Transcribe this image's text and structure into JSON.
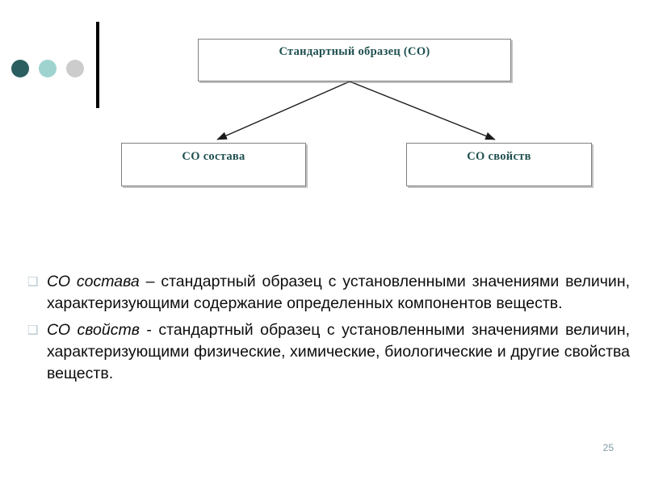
{
  "slide": {
    "page_number": "25",
    "colors": {
      "box_text": "#205050",
      "box_border": "#808080",
      "body_text": "#0d0d0d",
      "bullet": "#b7c6cf",
      "page_number": "#7f9ba3",
      "dot_dark_teal": "#2b5f5f",
      "dot_light_teal": "#9fd3d0",
      "dot_gray": "#cccccc",
      "bar": "#000000"
    }
  },
  "decoration": {
    "dots": [
      {
        "name": "dot-dark-teal",
        "color": "#2b5f5f"
      },
      {
        "name": "dot-light-teal",
        "color": "#9fd3d0"
      },
      {
        "name": "dot-gray",
        "color": "#cccccc"
      }
    ],
    "bar_name": "vertical-bar"
  },
  "diagram": {
    "root": {
      "label": "Стандартный образец (СО)"
    },
    "children": [
      {
        "label": "СО состава"
      },
      {
        "label": "СО свойств"
      }
    ],
    "arrows": [
      {
        "name": "arrow-to-co-sostava",
        "from": "root",
        "to": "co-sostava"
      },
      {
        "name": "arrow-to-co-svoystv",
        "from": "root",
        "to": "co-svoystv"
      }
    ]
  },
  "body": {
    "bullet_glyph": "❑",
    "items": [
      {
        "term": "СО состава",
        "rest": " – стандартный образец с установленными значениями величин, характеризующими содержание определенных компонентов веществ."
      },
      {
        "term": "СО свойств",
        "rest": " - стандартный образец с установленными значениями величин, характеризующими физические, химические, биологические и другие свойства веществ."
      }
    ]
  }
}
